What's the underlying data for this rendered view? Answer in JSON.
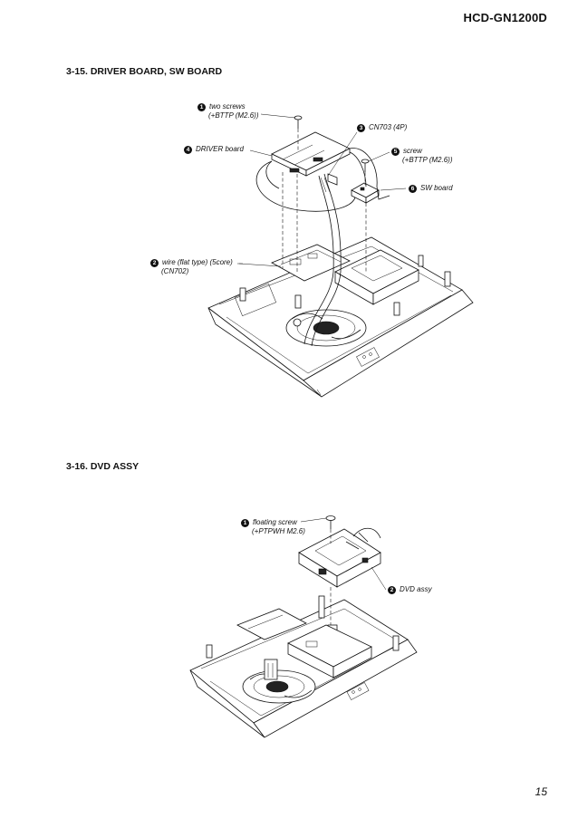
{
  "header": {
    "model": "HCD-GN1200D"
  },
  "sections": [
    {
      "title": "3-15.  DRIVER BOARD, SW BOARD",
      "callouts": [
        {
          "num": "1",
          "label": "two screws",
          "sub": "(+BTTP (M2.6))"
        },
        {
          "num": "2",
          "label": "wire (flat type) (5core)",
          "sub": "(CN702)"
        },
        {
          "num": "3",
          "label": "CN703 (4P)",
          "sub": ""
        },
        {
          "num": "4",
          "label": "DRIVER board",
          "sub": ""
        },
        {
          "num": "5",
          "label": "screw",
          "sub": "(+BTTP (M2.6))"
        },
        {
          "num": "6",
          "label": "SW board",
          "sub": ""
        }
      ]
    },
    {
      "title": "3-16.  DVD ASSY",
      "callouts": [
        {
          "num": "1",
          "label": "floating screw",
          "sub": "(+PTPWH M2.6)"
        },
        {
          "num": "2",
          "label": "DVD assy",
          "sub": ""
        }
      ]
    }
  ],
  "footer": {
    "page": "15"
  }
}
